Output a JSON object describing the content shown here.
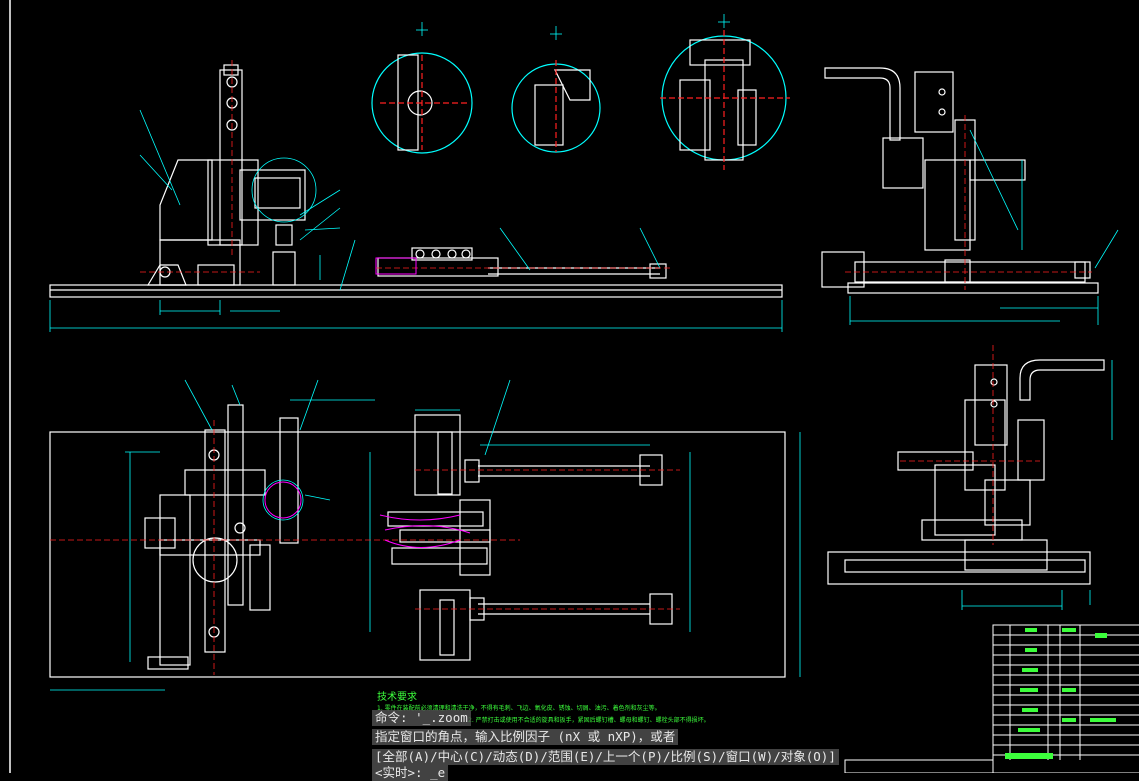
{
  "notes": {
    "title": "技术要求",
    "line1": "1. 零件在装配前必须清理和清洗干净，不得有毛刺、飞边、氧化皮、锈蚀、切屑、油污、着色剂和灰尘等。",
    "line2": "2. 严禁打击或使用不合适的旋具和扳手，紧固后螺钉槽、螺母和螺钉、螺栓头部不得损坏。"
  },
  "command_line": {
    "prompt": "命令:",
    "history_cmd": "'_.zoom",
    "line2": "指定窗口的角点，输入比例因子 (nX 或 nXP)，或者",
    "line3": "[全部(A)/中心(C)/动态(D)/范围(E)/上一个(P)/比例(S)/窗口(W)/对象(O)]",
    "line4": "<实时>: _e"
  },
  "colors": {
    "background": "#000000",
    "geometry": "#ffffff",
    "dimension": "#00ffff",
    "center_line": "#ff2020",
    "highlight": "#ff00ff",
    "text": "#3cff3c"
  }
}
